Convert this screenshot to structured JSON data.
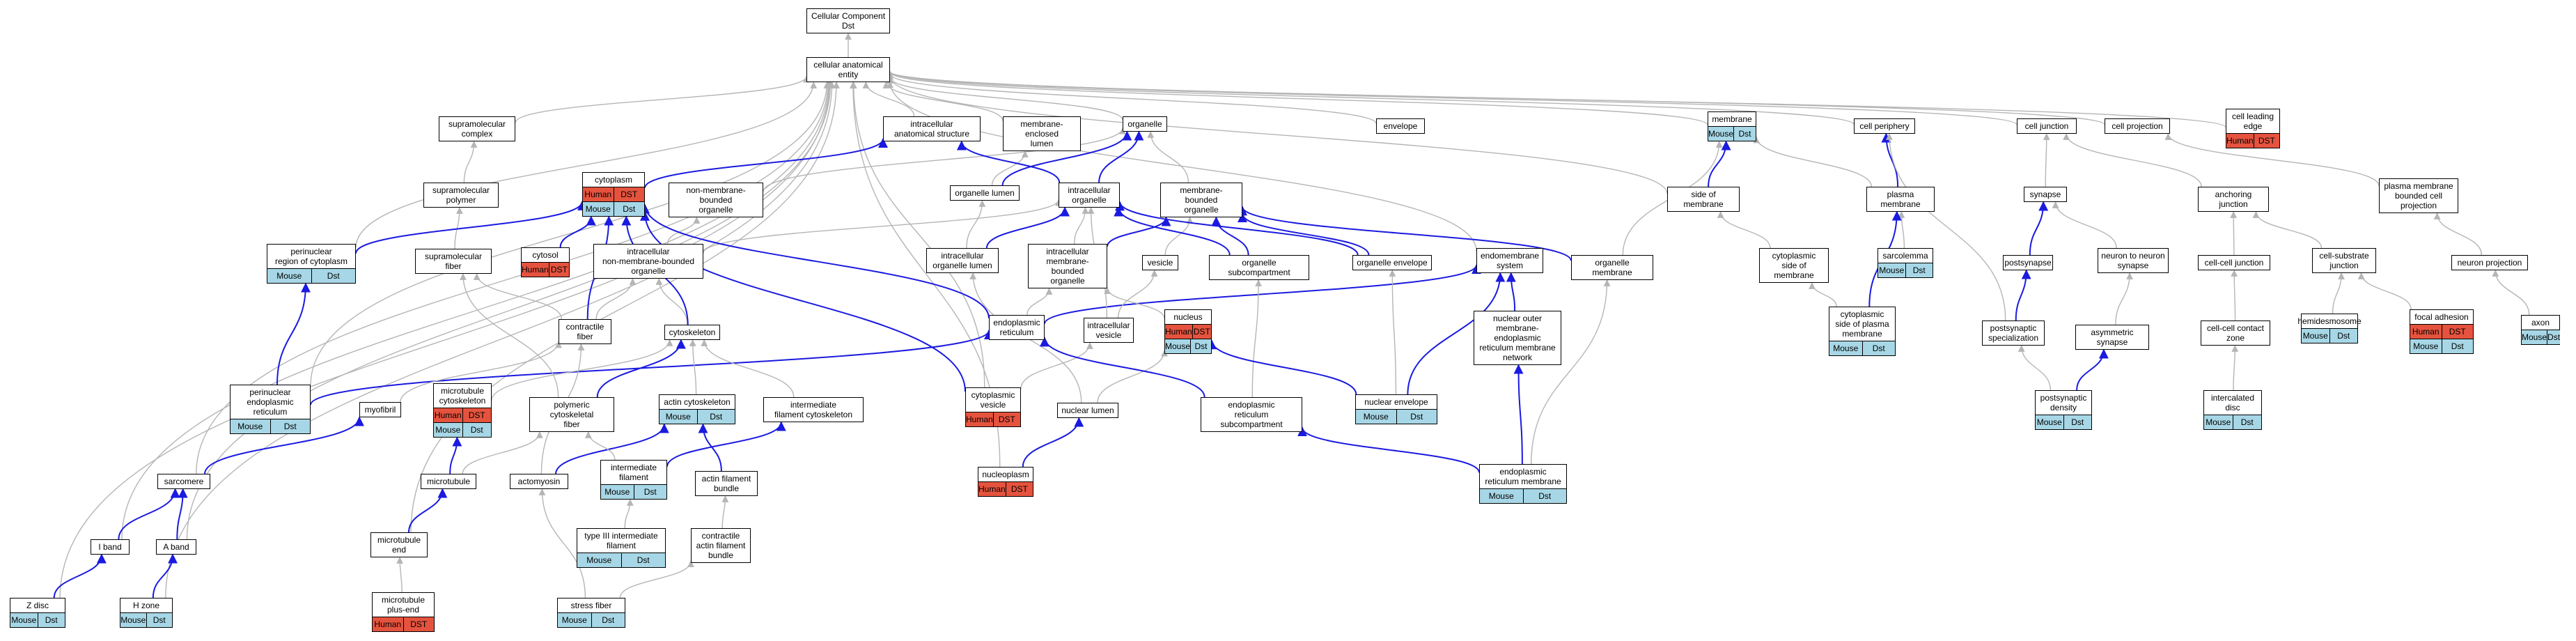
{
  "diagram_title": "",
  "colors": {
    "human": "#e5533e",
    "mouse": "#a7d7e6",
    "edge_gray": "#b5b5b5",
    "edge_blue": "#1a1ae0"
  },
  "nodes": [
    {
      "id": "cc",
      "label": "Cellular Component\nDst"
    },
    {
      "id": "cae",
      "label": "cellular anatomical\nentity"
    },
    {
      "id": "supcomplex",
      "label": "supramolecular\ncomplex"
    },
    {
      "id": "intras",
      "label": "intracellular\nanatomical structure"
    },
    {
      "id": "melumen",
      "label": "membrane-enclosed\nlumen"
    },
    {
      "id": "organelle",
      "label": "organelle"
    },
    {
      "id": "envelope",
      "label": "envelope"
    },
    {
      "id": "membrane",
      "label": "membrane",
      "rows": [
        [
          "Mouse",
          "Dst"
        ]
      ]
    },
    {
      "id": "cellperiph",
      "label": "cell periphery"
    },
    {
      "id": "celljunction",
      "label": "cell junction"
    },
    {
      "id": "cellproj",
      "label": "cell projection"
    },
    {
      "id": "leadedge",
      "label": "cell leading\nedge",
      "rows": [
        [
          "Human",
          "DST"
        ]
      ]
    },
    {
      "id": "cytoplasm",
      "label": "cytoplasm",
      "rows": [
        [
          "Human",
          "DST"
        ],
        [
          "Mouse",
          "Dst"
        ]
      ]
    },
    {
      "id": "suppoly",
      "label": "supramolecular\npolymer"
    },
    {
      "id": "nonmbo",
      "label": "non-membrane-bounded\norganelle"
    },
    {
      "id": "orglumen",
      "label": "organelle lumen"
    },
    {
      "id": "intorg",
      "label": "intracellular\norganelle"
    },
    {
      "id": "mbo",
      "label": "membrane-bounded\norganelle"
    },
    {
      "id": "sidemem",
      "label": "side of membrane"
    },
    {
      "id": "plasmamem",
      "label": "plasma membrane"
    },
    {
      "id": "synapse",
      "label": "synapse"
    },
    {
      "id": "anchjunc",
      "label": "anchoring junction"
    },
    {
      "id": "pmbcp",
      "label": "plasma membrane\nbounded cell\nprojection"
    },
    {
      "id": "perinuccyto",
      "label": "perinuclear\nregion of cytoplasm",
      "rows": [
        [
          "Mouse",
          "Dst"
        ]
      ]
    },
    {
      "id": "supfiber",
      "label": "supramolecular\nfiber"
    },
    {
      "id": "cytosol",
      "label": "cytosol",
      "rows": [
        [
          "Human",
          "DST"
        ]
      ]
    },
    {
      "id": "intnonmbo",
      "label": "intracellular\nnon-membrane-bounded\norganelle"
    },
    {
      "id": "intorglumen",
      "label": "intracellular\norganelle lumen"
    },
    {
      "id": "intmbo",
      "label": "intracellular\nmembrane-bounded\norganelle"
    },
    {
      "id": "vesicle",
      "label": "vesicle"
    },
    {
      "id": "orgsub",
      "label": "organelle subcompartment"
    },
    {
      "id": "orgenv",
      "label": "organelle envelope"
    },
    {
      "id": "endosys",
      "label": "endomembrane\nsystem"
    },
    {
      "id": "orgmem",
      "label": "organelle membrane"
    },
    {
      "id": "cytoside",
      "label": "cytoplasmic\nside of membrane"
    },
    {
      "id": "sarcolemma",
      "label": "sarcolemma",
      "rows": [
        [
          "Mouse",
          "Dst"
        ]
      ]
    },
    {
      "id": "postsynapse",
      "label": "postsynapse"
    },
    {
      "id": "n2nsyn",
      "label": "neuron to neuron\nsynapse"
    },
    {
      "id": "cellcelljunc",
      "label": "cell-cell junction"
    },
    {
      "id": "cellsubjunc",
      "label": "cell-substrate\njunction"
    },
    {
      "id": "neuronproj",
      "label": "neuron projection"
    },
    {
      "id": "contrfiber",
      "label": "contractile\nfiber"
    },
    {
      "id": "cytoskeleton",
      "label": "cytoskeleton"
    },
    {
      "id": "er",
      "label": "endoplasmic\nreticulum"
    },
    {
      "id": "intvesicle",
      "label": "intracellular\nvesicle"
    },
    {
      "id": "nucleus",
      "label": "nucleus",
      "rows": [
        [
          "Human",
          "DST"
        ],
        [
          "Mouse",
          "Dst"
        ]
      ]
    },
    {
      "id": "nomerpnet",
      "label": "nuclear outer\nmembrane-endoplasmic\nreticulum membrane\nnetwork"
    },
    {
      "id": "cytosidepm",
      "label": "cytoplasmic\nside of plasma\nmembrane",
      "rows": [
        [
          "Mouse",
          "Dst"
        ]
      ]
    },
    {
      "id": "postsynspec",
      "label": "postsynaptic\nspecialization"
    },
    {
      "id": "asymsyn",
      "label": "asymmetric synapse"
    },
    {
      "id": "ccczone",
      "label": "cell-cell contact\nzone"
    },
    {
      "id": "hemides",
      "label": "hemidesmosome",
      "rows": [
        [
          "Mouse",
          "Dst"
        ]
      ]
    },
    {
      "id": "focaladh",
      "label": "focal adhesion",
      "rows": [
        [
          "Human",
          "DST"
        ],
        [
          "Mouse",
          "Dst"
        ]
      ]
    },
    {
      "id": "axon",
      "label": "axon",
      "rows": [
        [
          "Mouse",
          "Dst"
        ]
      ]
    },
    {
      "id": "pnuer",
      "label": "perinuclear\nendoplasmic\nreticulum",
      "rows": [
        [
          "Mouse",
          "Dst"
        ]
      ]
    },
    {
      "id": "myofibril",
      "label": "myofibril"
    },
    {
      "id": "mtcyto",
      "label": "microtubule\ncytoskeleton",
      "rows": [
        [
          "Human",
          "DST"
        ],
        [
          "Mouse",
          "Dst"
        ]
      ]
    },
    {
      "id": "polycyto",
      "label": "polymeric cytoskeletal\nfiber"
    },
    {
      "id": "actincyto",
      "label": "actin cytoskeleton",
      "rows": [
        [
          "Mouse",
          "Dst"
        ]
      ]
    },
    {
      "id": "ifcyto",
      "label": "intermediate\nfilament cytoskeleton"
    },
    {
      "id": "cytovesicle",
      "label": "cytoplasmic\nvesicle",
      "rows": [
        [
          "Human",
          "DST"
        ]
      ]
    },
    {
      "id": "nuclumen",
      "label": "nuclear lumen"
    },
    {
      "id": "ersub",
      "label": "endoplasmic\nreticulum subcompartment"
    },
    {
      "id": "nucenv",
      "label": "nuclear envelope",
      "rows": [
        [
          "Mouse",
          "Dst"
        ]
      ]
    },
    {
      "id": "postsyndens",
      "label": "postsynaptic\ndensity",
      "rows": [
        [
          "Mouse",
          "Dst"
        ]
      ]
    },
    {
      "id": "intercal",
      "label": "intercalated\ndisc",
      "rows": [
        [
          "Mouse",
          "Dst"
        ]
      ]
    },
    {
      "id": "sarcomere",
      "label": "sarcomere"
    },
    {
      "id": "microtubule",
      "label": "microtubule"
    },
    {
      "id": "actomyosin",
      "label": "actomyosin"
    },
    {
      "id": "intfil",
      "label": "intermediate\nfilament",
      "rows": [
        [
          "Mouse",
          "Dst"
        ]
      ]
    },
    {
      "id": "actinbundle",
      "label": "actin filament\nbundle"
    },
    {
      "id": "nucleoplasm",
      "label": "nucleoplasm",
      "rows": [
        [
          "Human",
          "DST"
        ]
      ]
    },
    {
      "id": "ermem",
      "label": "endoplasmic\nreticulum membrane",
      "rows": [
        [
          "Mouse",
          "Dst"
        ]
      ]
    },
    {
      "id": "iband",
      "label": "I band"
    },
    {
      "id": "aband",
      "label": "A band"
    },
    {
      "id": "mtend",
      "label": "microtubule\nend"
    },
    {
      "id": "type3if",
      "label": "type III intermediate\nfilament",
      "rows": [
        [
          "Mouse",
          "Dst"
        ]
      ]
    },
    {
      "id": "contractinb",
      "label": "contractile\nactin filament\nbundle"
    },
    {
      "id": "zdisc",
      "label": "Z disc",
      "rows": [
        [
          "Mouse",
          "Dst"
        ]
      ]
    },
    {
      "id": "hzone",
      "label": "H zone",
      "rows": [
        [
          "Mouse",
          "Dst"
        ]
      ]
    },
    {
      "id": "mtplus",
      "label": "microtubule\nplus-end",
      "rows": [
        [
          "Human",
          "DST"
        ]
      ]
    },
    {
      "id": "stressfiber",
      "label": "stress fiber",
      "rows": [
        [
          "Mouse",
          "Dst"
        ]
      ]
    }
  ],
  "edges": [
    [
      "cae",
      "cc",
      "g"
    ],
    [
      "supcomplex",
      "cae",
      "g"
    ],
    [
      "intras",
      "cae",
      "g"
    ],
    [
      "melumen",
      "cae",
      "g"
    ],
    [
      "organelle",
      "cae",
      "g"
    ],
    [
      "envelope",
      "cae",
      "g"
    ],
    [
      "membrane",
      "cae",
      "g"
    ],
    [
      "cellperiph",
      "cae",
      "g"
    ],
    [
      "celljunction",
      "cae",
      "g"
    ],
    [
      "cellproj",
      "cae",
      "g"
    ],
    [
      "zdisc",
      "cae",
      "g"
    ],
    [
      "hzone",
      "cae",
      "g"
    ],
    [
      "iband",
      "cae",
      "g"
    ],
    [
      "aband",
      "cae",
      "g"
    ],
    [
      "sarcomere",
      "cae",
      "g"
    ],
    [
      "pnuer",
      "cae",
      "g"
    ],
    [
      "perinuccyto",
      "cae",
      "g"
    ],
    [
      "mtend",
      "cae",
      "g"
    ],
    [
      "cytovesicle",
      "cae",
      "g"
    ],
    [
      "nucleoplasm",
      "cae",
      "g"
    ],
    [
      "endosys",
      "cae",
      "g"
    ],
    [
      "sidemem",
      "cae",
      "g"
    ],
    [
      "leadedge",
      "cae",
      "g"
    ],
    [
      "cytoplasm",
      "intras",
      "b"
    ],
    [
      "suppoly",
      "supcomplex",
      "g"
    ],
    [
      "supfiber",
      "suppoly",
      "g"
    ],
    [
      "nonmbo",
      "organelle",
      "g"
    ],
    [
      "orglumen",
      "organelle",
      "b"
    ],
    [
      "orglumen",
      "melumen",
      "g"
    ],
    [
      "intorg",
      "organelle",
      "b"
    ],
    [
      "intorg",
      "intras",
      "b"
    ],
    [
      "mbo",
      "organelle",
      "g"
    ],
    [
      "sidemem",
      "membrane",
      "b"
    ],
    [
      "plasmamem",
      "cellperiph",
      "b"
    ],
    [
      "plasmamem",
      "membrane",
      "g"
    ],
    [
      "synapse",
      "celljunction",
      "g"
    ],
    [
      "anchjunc",
      "celljunction",
      "g"
    ],
    [
      "pmbcp",
      "cellproj",
      "g"
    ],
    [
      "perinuccyto",
      "cytoplasm",
      "b"
    ],
    [
      "cytosol",
      "cytoplasm",
      "b"
    ],
    [
      "intnonmbo",
      "nonmbo",
      "g"
    ],
    [
      "intnonmbo",
      "intorg",
      "g"
    ],
    [
      "intorglumen",
      "intorg",
      "b"
    ],
    [
      "intorglumen",
      "orglumen",
      "g"
    ],
    [
      "intmbo",
      "intorg",
      "g"
    ],
    [
      "intmbo",
      "mbo",
      "b"
    ],
    [
      "vesicle",
      "mbo",
      "g"
    ],
    [
      "orgsub",
      "mbo",
      "b"
    ],
    [
      "orgsub",
      "intorg",
      "b"
    ],
    [
      "orgenv",
      "mbo",
      "b"
    ],
    [
      "orgenv",
      "intorg",
      "b"
    ],
    [
      "orgmem",
      "mbo",
      "b"
    ],
    [
      "orgmem",
      "membrane",
      "g"
    ],
    [
      "cytoside",
      "sidemem",
      "g"
    ],
    [
      "sarcolemma",
      "plasmamem",
      "g"
    ],
    [
      "postsynapse",
      "synapse",
      "b"
    ],
    [
      "n2nsyn",
      "synapse",
      "g"
    ],
    [
      "cellcelljunc",
      "anchjunc",
      "g"
    ],
    [
      "cellsubjunc",
      "anchjunc",
      "g"
    ],
    [
      "neuronproj",
      "pmbcp",
      "g"
    ],
    [
      "contrfiber",
      "supfiber",
      "g"
    ],
    [
      "contrfiber",
      "cytoplasm",
      "b"
    ],
    [
      "contrfiber",
      "intnonmbo",
      "g"
    ],
    [
      "cytoskeleton",
      "intnonmbo",
      "g"
    ],
    [
      "cytoskeleton",
      "cytoplasm",
      "b"
    ],
    [
      "er",
      "intmbo",
      "g"
    ],
    [
      "er",
      "cytoplasm",
      "b"
    ],
    [
      "er",
      "endosys",
      "b"
    ],
    [
      "intvesicle",
      "vesicle",
      "g"
    ],
    [
      "intvesicle",
      "intorg",
      "g"
    ],
    [
      "nucleus",
      "intmbo",
      "g"
    ],
    [
      "nomerpnet",
      "endosys",
      "b"
    ],
    [
      "cytosidepm",
      "cytoside",
      "g"
    ],
    [
      "cytosidepm",
      "plasmamem",
      "b"
    ],
    [
      "postsynspec",
      "postsynapse",
      "b"
    ],
    [
      "postsynspec",
      "cellperiph",
      "g"
    ],
    [
      "asymsyn",
      "n2nsyn",
      "g"
    ],
    [
      "ccczone",
      "cellcelljunc",
      "g"
    ],
    [
      "hemides",
      "cellsubjunc",
      "g"
    ],
    [
      "focaladh",
      "cellsubjunc",
      "g"
    ],
    [
      "axon",
      "neuronproj",
      "g"
    ],
    [
      "pnuer",
      "er",
      "b"
    ],
    [
      "pnuer",
      "perinuccyto",
      "b"
    ],
    [
      "myofibril",
      "contrfiber",
      "g"
    ],
    [
      "mtcyto",
      "cytoskeleton",
      "g"
    ],
    [
      "polycyto",
      "supfiber",
      "g"
    ],
    [
      "polycyto",
      "cytoskeleton",
      "b"
    ],
    [
      "actincyto",
      "cytoskeleton",
      "g"
    ],
    [
      "ifcyto",
      "cytoskeleton",
      "g"
    ],
    [
      "cytovesicle",
      "intvesicle",
      "g"
    ],
    [
      "cytovesicle",
      "cytoplasm",
      "b"
    ],
    [
      "nuclumen",
      "nucleus",
      "g"
    ],
    [
      "nuclumen",
      "intorglumen",
      "g"
    ],
    [
      "ersub",
      "er",
      "b"
    ],
    [
      "ersub",
      "orgsub",
      "g"
    ],
    [
      "nucenv",
      "nucleus",
      "b"
    ],
    [
      "nucenv",
      "orgenv",
      "g"
    ],
    [
      "nucenv",
      "endosys",
      "b"
    ],
    [
      "postsyndens",
      "postsynspec",
      "g"
    ],
    [
      "postsyndens",
      "asymsyn",
      "b"
    ],
    [
      "intercal",
      "ccczone",
      "g"
    ],
    [
      "sarcomere",
      "myofibril",
      "b"
    ],
    [
      "microtubule",
      "mtcyto",
      "b"
    ],
    [
      "microtubule",
      "polycyto",
      "g"
    ],
    [
      "actomyosin",
      "actincyto",
      "b"
    ],
    [
      "actomyosin",
      "contrfiber",
      "g"
    ],
    [
      "intfil",
      "ifcyto",
      "b"
    ],
    [
      "intfil",
      "polycyto",
      "g"
    ],
    [
      "actinbundle",
      "actincyto",
      "b"
    ],
    [
      "nucleoplasm",
      "nuclumen",
      "b"
    ],
    [
      "ermem",
      "ersub",
      "b"
    ],
    [
      "ermem",
      "nomerpnet",
      "b"
    ],
    [
      "ermem",
      "orgmem",
      "g"
    ],
    [
      "iband",
      "sarcomere",
      "b"
    ],
    [
      "aband",
      "sarcomere",
      "b"
    ],
    [
      "mtend",
      "microtubule",
      "b"
    ],
    [
      "type3if",
      "intfil",
      "g"
    ],
    [
      "contractinb",
      "actinbundle",
      "g"
    ],
    [
      "zdisc",
      "iband",
      "b"
    ],
    [
      "hzone",
      "aband",
      "b"
    ],
    [
      "mtplus",
      "mtend",
      "g"
    ],
    [
      "stressfiber",
      "contractinb",
      "g"
    ],
    [
      "stressfiber",
      "actomyosin",
      "g"
    ]
  ]
}
